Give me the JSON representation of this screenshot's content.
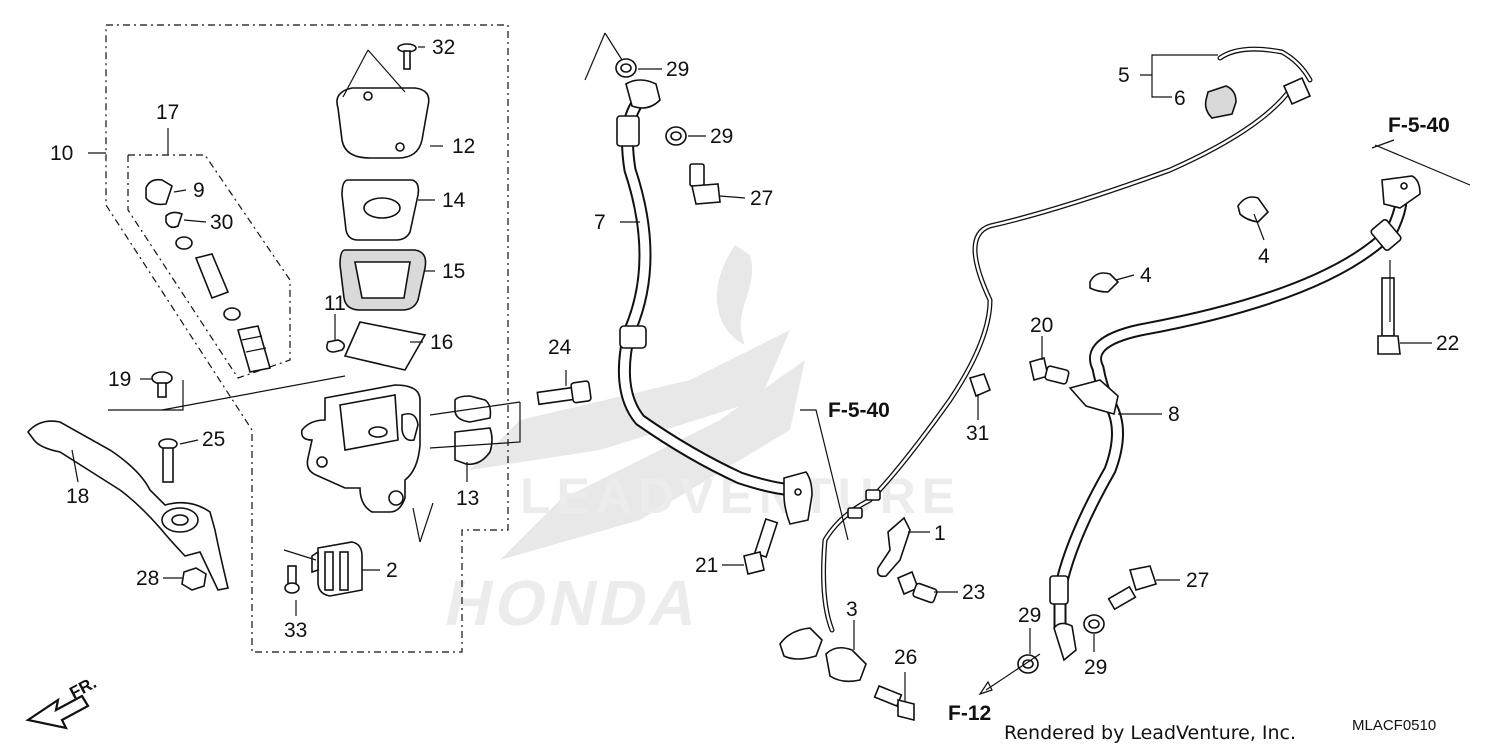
{
  "callouts": [
    "1",
    "2",
    "3",
    "4",
    "4",
    "5",
    "6",
    "7",
    "8",
    "9",
    "10",
    "11",
    "12",
    "13",
    "14",
    "15",
    "16",
    "17",
    "18",
    "19",
    "20",
    "21",
    "22",
    "23",
    "24",
    "25",
    "26",
    "27",
    "27",
    "28",
    "29",
    "29",
    "29",
    "29",
    "30",
    "31",
    "32",
    "33"
  ],
  "refs": [
    "F-5-40",
    "F-5-40",
    "F-12"
  ],
  "direction_label": "FR.",
  "watermark": {
    "brand": "HONDA",
    "vendor": "LEADVENTURE"
  },
  "footer": {
    "rendered_by": "Rendered by LeadVenture, Inc.",
    "diagram_code": "MLACF0510"
  }
}
